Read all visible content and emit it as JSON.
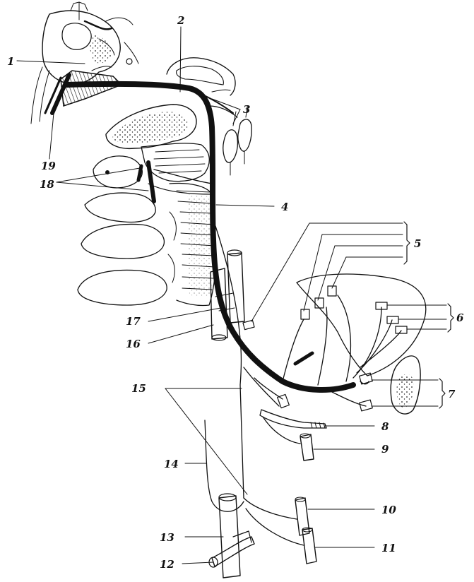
{
  "figure": {
    "labels": [
      "1",
      "2",
      "3",
      "4",
      "5",
      "6",
      "7",
      "8",
      "9",
      "10",
      "11",
      "12",
      "13",
      "14",
      "15",
      "16",
      "17",
      "18",
      "19"
    ]
  },
  "colors": {
    "ink": "#111111",
    "paper": "#ffffff"
  }
}
